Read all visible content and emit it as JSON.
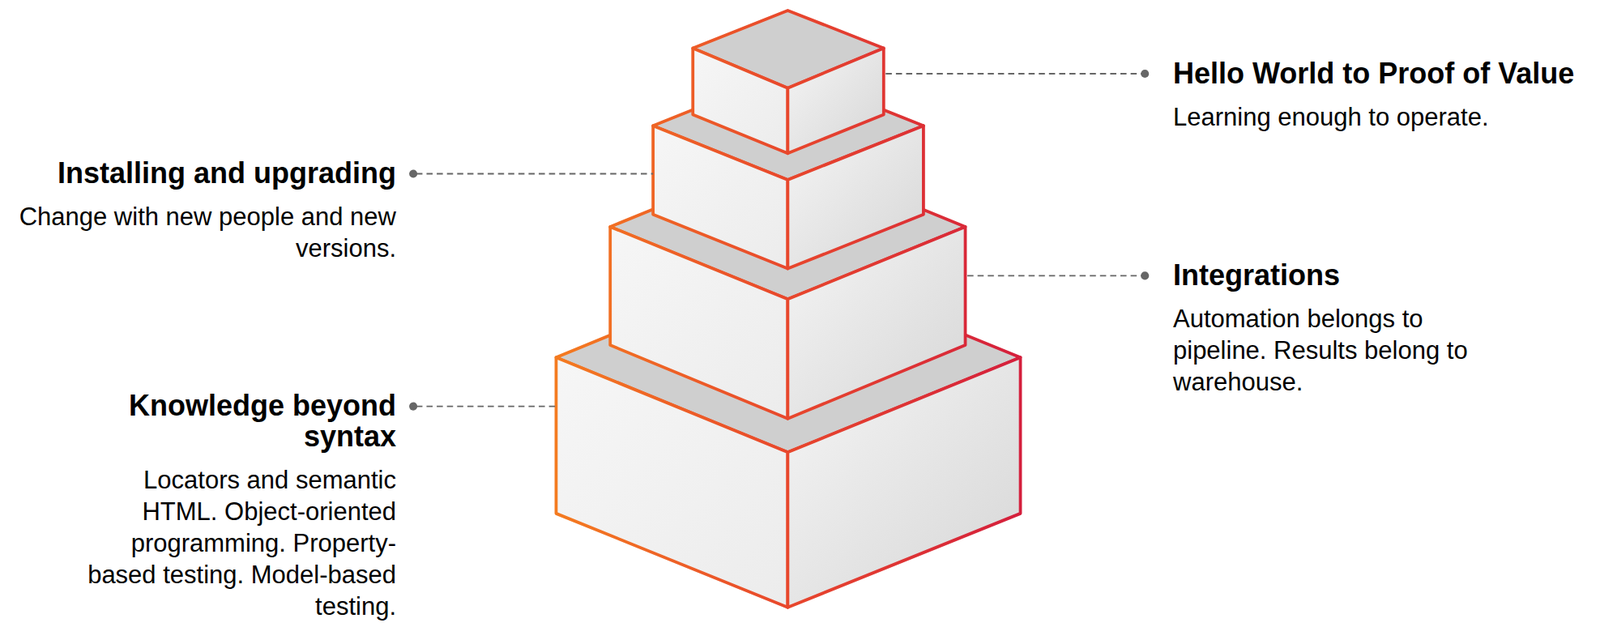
{
  "diagram": {
    "labels": [
      "Hello World to Proof of Value",
      "Learning enough to operate.",
      "Installing and upgrading",
      "Change with new people and new versions.",
      "Integrations",
      "Automation belongs to pipeline. Results belong to warehouse.",
      "Knowledge beyond syntax",
      "Locators and semantic HTML. Object-oriented programming. Property-based testing. Model-based testing."
    ]
  }
}
